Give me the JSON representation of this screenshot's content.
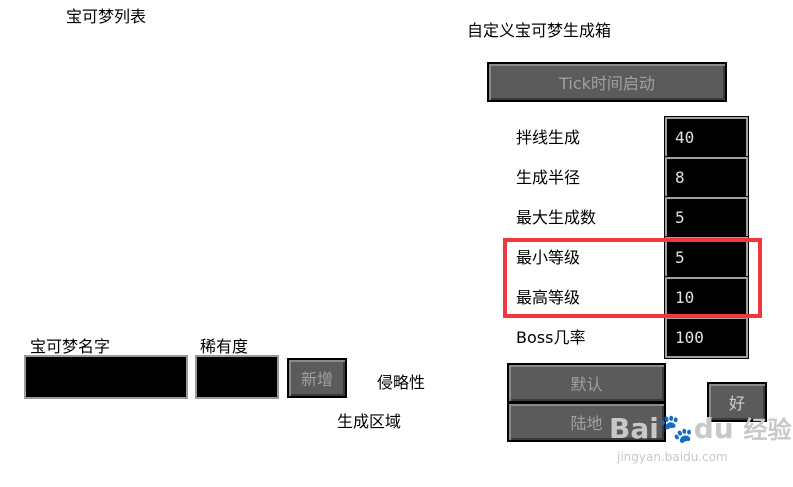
{
  "left": {
    "list_title": "宝可梦列表",
    "name_label": "宝可梦名字",
    "rarity_label": "稀有度",
    "add_button": "新增",
    "invasive_label": "侵略性",
    "spawn_area_label": "生成区域"
  },
  "right": {
    "title": "自定义宝可梦生成箱",
    "tick_button": "Tick时间启动",
    "rows": [
      {
        "label": "拌线生成",
        "value": "40"
      },
      {
        "label": "生成半径",
        "value": "8"
      },
      {
        "label": "最大生成数",
        "value": "5"
      },
      {
        "label": "最小等级",
        "value": "5"
      },
      {
        "label": "最高等级",
        "value": "10"
      },
      {
        "label": "Boss几率",
        "value": "100"
      }
    ],
    "default_button": "默认",
    "land_button": "陆地",
    "ok_button": "好"
  },
  "watermark": {
    "brand": "Bai",
    "brand_suffix": "du",
    "brand_cn": "经验",
    "url": "jingyan.baidu.com"
  },
  "colors": {
    "highlight": "#f0383c",
    "button_face": "#5b5b5b",
    "field_bg": "#000000"
  }
}
